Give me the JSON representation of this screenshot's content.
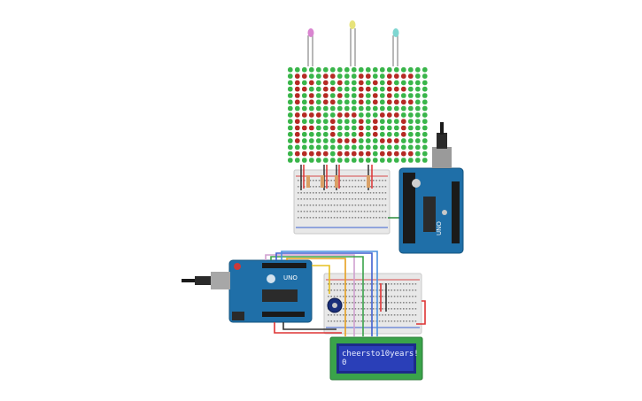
{
  "app": {
    "title": "Circuit simulation workspace"
  },
  "lcd": {
    "line1": "cheersto10years!",
    "line2": "0"
  },
  "boards": {
    "board_top_label": "UNO",
    "board_bottom_label": "UNO"
  },
  "led_matrix": {
    "cols": 20,
    "rows": 15,
    "pattern": [
      "00000000000000000000",
      "01100110001100111100",
      "01010101001010100000",
      "01100110001100111000",
      "01010101001010100000",
      "01010110001010111100",
      "00000000000000000000",
      "01111001110001110000",
      "01000010001010001000",
      "01110010001010001000",
      "01000010001010001000",
      "01000001110001110000",
      "00000000000000000000",
      "01111101111101111100",
      "00000000000000000000"
    ],
    "colors": {
      "on": "#b52a24",
      "off": "#39b54a"
    }
  },
  "colors": {
    "board_blue": "#1f6fa8",
    "breadboard": "#e6e6e6",
    "lcd_bg": "#2a3fb8",
    "lcd_frame": "#3aa34a"
  }
}
